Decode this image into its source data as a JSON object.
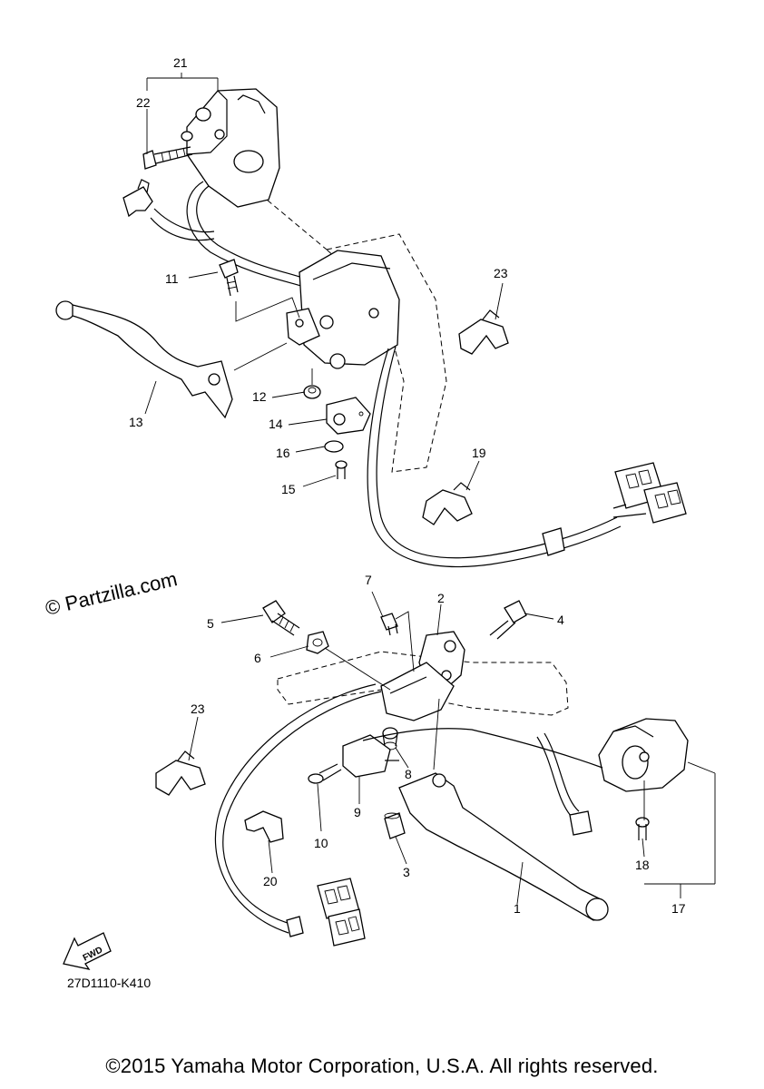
{
  "watermark": "© Partzilla.com",
  "diagram_code": "27D1110-K410",
  "fwd_label": "FWD",
  "copyright": "©2015 Yamaha Motor Corporation, U.S.A. All rights reserved.",
  "part_numbers": {
    "p1": "1",
    "p2": "2",
    "p3": "3",
    "p4": "4",
    "p5": "5",
    "p6": "6",
    "p7": "7",
    "p8": "8",
    "p9": "9",
    "p10": "10",
    "p11": "11",
    "p12": "12",
    "p13": "13",
    "p14": "14",
    "p15": "15",
    "p16": "16",
    "p17": "17",
    "p18": "18",
    "p19": "19",
    "p20": "20",
    "p21": "21",
    "p22": "22",
    "p23a": "23",
    "p23b": "23"
  }
}
